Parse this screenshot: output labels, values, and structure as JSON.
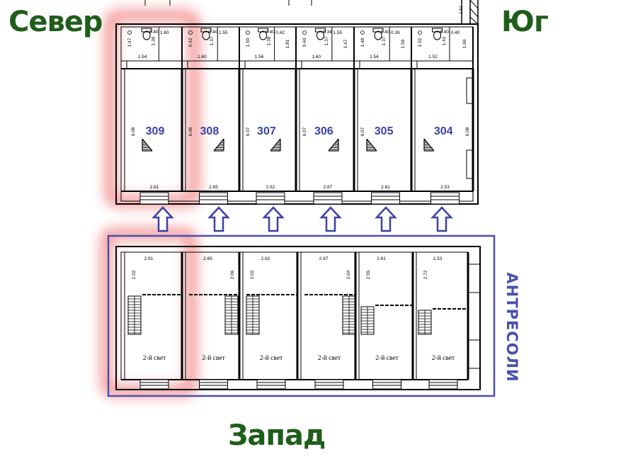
{
  "compass": {
    "north": "Север",
    "south": "Юг",
    "west": "Запад"
  },
  "mezzanine_label": "АНТРЕСОЛИ",
  "colors": {
    "compass": "#1f5e1a",
    "room_number": "#3a42a8",
    "mezzanine": "#4a4fb0",
    "highlight": "#ef6e6e",
    "walls": "#000000"
  },
  "bathrooms": [
    {
      "dims": [
        "0.40",
        "1.47",
        "1.36",
        "1.54",
        "1.60"
      ]
    },
    {
      "dims": [
        "0.40",
        "0.42",
        "1.37",
        "1.60",
        "1.55"
      ]
    },
    {
      "dims": [
        "0.40",
        "1.50",
        "1.38",
        "1.56",
        "0.42",
        "1.81"
      ]
    },
    {
      "dims": [
        "0.34",
        "0.40",
        "1.37",
        "1.60",
        "1.55",
        "1.47"
      ]
    },
    {
      "dims": [
        "0.40",
        "1.48",
        "1.37",
        "1.54",
        "0.39",
        "1.59"
      ]
    },
    {
      "dims": [
        "0.40",
        "1.52",
        "1.41",
        "1.52",
        "0.40",
        "1.60"
      ]
    }
  ],
  "rooms": [
    {
      "number": "309",
      "depth": "6.08",
      "width": "2.61"
    },
    {
      "number": "308",
      "depth": "6.08",
      "width": "2.65"
    },
    {
      "number": "307",
      "depth": "6.07",
      "width": "2.62"
    },
    {
      "number": "306",
      "depth": "6.07",
      "width": "2.67"
    },
    {
      "number": "305",
      "depth": "6.07",
      "width": "2.61"
    },
    {
      "number": "304",
      "depth": "6.08",
      "width": "2.53"
    }
  ],
  "stair_top_marker": "1.51",
  "mezzanines": [
    {
      "width": "2.61",
      "depth": "2.02",
      "label": "2-й свет"
    },
    {
      "width": "2.65",
      "depth": "2.06",
      "label": "2-й свет"
    },
    {
      "width": "2.62",
      "depth": "2.02",
      "label": "2-й свет"
    },
    {
      "width": "2.67",
      "depth": "2.04",
      "label": "2-й свет"
    },
    {
      "width": "2.61",
      "depth": "2.55",
      "label": "2-й свет"
    },
    {
      "width": "2.53",
      "depth": "2.72",
      "label": "2-й свет"
    }
  ]
}
